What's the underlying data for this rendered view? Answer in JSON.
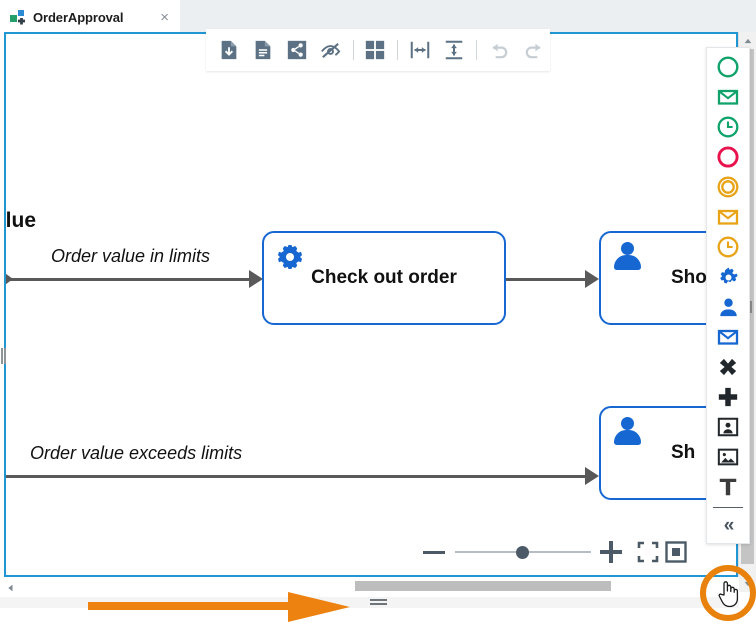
{
  "tab": {
    "title": "OrderApproval",
    "icon": "bpmn-diagram-icon",
    "close_label": "×"
  },
  "toolbar": {
    "buttons": [
      {
        "name": "save-file-icon",
        "tooltip": "Save"
      },
      {
        "name": "document-icon",
        "tooltip": "Document"
      },
      {
        "name": "share-icon",
        "tooltip": "Share"
      },
      {
        "name": "hide-eye-icon",
        "tooltip": "Hide"
      },
      {
        "name": "grid-icon",
        "tooltip": "Grid"
      },
      {
        "name": "distribute-horizontal-icon",
        "tooltip": "Distribute horizontally"
      },
      {
        "name": "distribute-vertical-icon",
        "tooltip": "Distribute vertically"
      },
      {
        "name": "undo-icon",
        "tooltip": "Undo",
        "disabled": true
      },
      {
        "name": "redo-icon",
        "tooltip": "Redo",
        "disabled": true
      }
    ]
  },
  "palette": {
    "items": [
      {
        "name": "start-event-icon",
        "color": "#0fa36b"
      },
      {
        "name": "message-start-event-icon",
        "color": "#0fa36b"
      },
      {
        "name": "timer-start-event-icon",
        "color": "#0fa36b"
      },
      {
        "name": "end-event-icon",
        "color": "#e8134d"
      },
      {
        "name": "intermediate-event-icon",
        "color": "#e8a317"
      },
      {
        "name": "message-intermediate-event-icon",
        "color": "#e8a317"
      },
      {
        "name": "timer-intermediate-event-icon",
        "color": "#e8a317"
      },
      {
        "name": "service-task-icon",
        "color": "#1667d1"
      },
      {
        "name": "user-task-icon",
        "color": "#1667d1"
      },
      {
        "name": "send-task-icon",
        "color": "#1667d1"
      },
      {
        "name": "exclusive-gateway-icon",
        "color": "#22272b"
      },
      {
        "name": "parallel-gateway-icon",
        "color": "#22272b"
      },
      {
        "name": "pool-icon",
        "color": "#22272b"
      },
      {
        "name": "image-icon",
        "color": "#22272b"
      },
      {
        "name": "text-annotation-icon",
        "color": "#3c3c3c"
      }
    ],
    "collapse_label": "«",
    "collapse_name": "collapse-palette-button"
  },
  "diagram": {
    "lane_title": "alue",
    "flows": [
      {
        "label": "Order value in limits"
      },
      {
        "label": "Order value exceeds limits"
      }
    ],
    "tasks": [
      {
        "label": "Check out order",
        "icon": "service-task-gear-icon",
        "type": "service"
      },
      {
        "label": "Sho",
        "icon": "user-task-person-icon",
        "type": "user"
      },
      {
        "label": "Sh",
        "icon": "user-task-person-icon",
        "type": "user"
      }
    ]
  },
  "zoom_controls": {
    "zoom_out_name": "zoom-out-button",
    "zoom_in_name": "zoom-in-button",
    "slider_name": "zoom-slider",
    "fit_screen_name": "fit-to-screen-button",
    "reset_view_name": "reset-view-button"
  },
  "scrollbars": {
    "horizontal_name": "horizontal-scrollbar",
    "vertical_name": "vertical-scrollbar"
  },
  "annotations": {
    "arrow_name": "orange-highlight-arrow",
    "circle_name": "orange-highlight-circle",
    "cursor_name": "hand-cursor"
  },
  "colors": {
    "accent_blue": "#2196d4",
    "task_blue": "#1667d1",
    "annotation_orange": "#e8820c",
    "green": "#0fa36b",
    "red": "#e8134d",
    "amber": "#e8a317"
  }
}
